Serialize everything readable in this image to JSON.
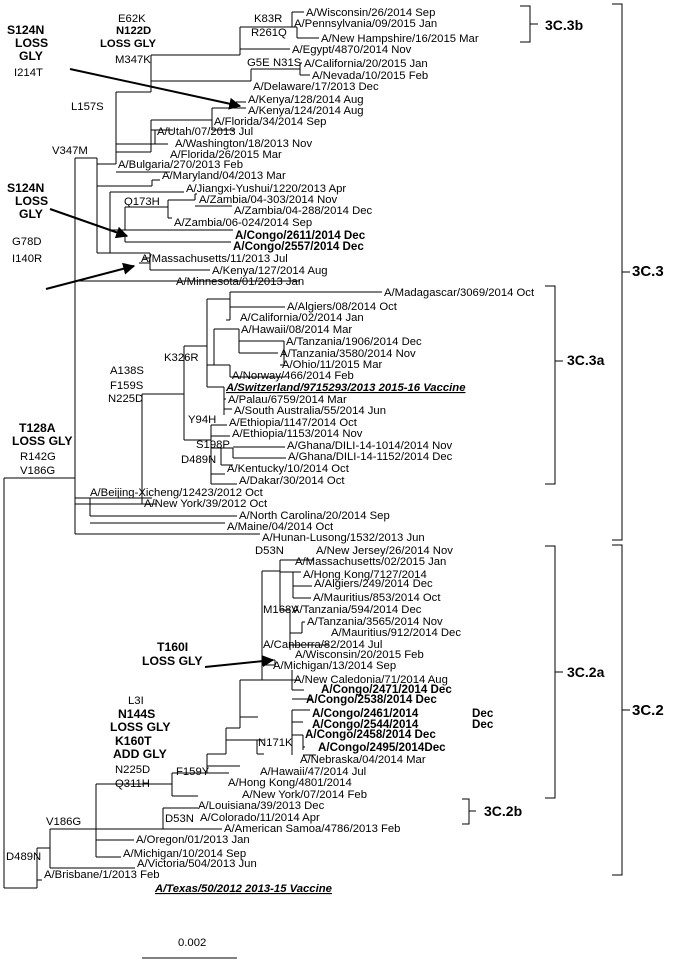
{
  "tips": [
    "A/Wisconsin/26/2014 Sep",
    "A/Pennsylvania/09/2015 Jan",
    "A/New Hampshire/16/2015 Mar",
    "A/Egypt/4870/2014 Nov",
    "A/California/20/2015 Jan",
    "A/Nevada/10/2015 Feb",
    "A/Delaware/17/2013 Dec",
    "A/Kenya/128/2014 Aug",
    "A/Kenya/124/2014 Aug",
    "A/Florida/34/2014 Sep",
    "A/Utah/07/2013 Jul",
    "A/Washington/18/2013 Nov",
    "A/Florida/26/2015 Mar",
    "A/Bulgaria/270/2013 Feb",
    "A/Maryland/04/2013 Mar",
    "A/Jiangxi-Yushui/1220/2013 Apr",
    "A/Zambia/04-303/2014 Nov",
    "A/Zambia/04-288/2014 Dec",
    "A/Zambia/06-024/2014 Sep",
    "A/Congo/2611/2014 Dec",
    "A/Congo/2557/2014 Dec",
    "A/Massachusetts/11/2013 Jul",
    "A/Kenya/127/2014 Aug",
    "A/Minnesota/01/2013 Jan",
    "A/Madagascar/3069/2014 Oct",
    "A/Algiers/08/2014 Oct",
    "A/California/02/2014 Jan",
    "A/Hawaii/08/2014 Mar",
    "A/Tanzania/1906/2014 Dec",
    "A/Tanzania/3580/2014 Nov",
    "A/Ohio/11/2015 Mar",
    "A/Norway/466/2014 Feb",
    "A/Switzerland/9715293/2013 2015-16 Vaccine",
    "A/Palau/6759/2014 Mar",
    "A/South Australia/55/2014 Jun",
    "A/Ethiopia/1147/2014 Oct",
    "A/Ethiopia/1153/2014 Nov",
    "A/Ghana/DILI-14-1014/2014 Nov",
    "A/Ghana/DILI-14-1152/2014 Dec",
    "A/Kentucky/10/2014 Oct",
    "A/Dakar/30/2014 Oct",
    "A/Beijing-Xicheng/12423/2012 Oct",
    "A/New York/39/2012 Oct",
    "A/North Carolina/20/2014 Sep",
    "A/Maine/04/2014 Oct",
    "A/Hunan-Lusong/1532/2013 Jun",
    "A/New Jersey/26/2014 Nov",
    "A/Massachusetts/02/2015 Jan",
    "A/Hong Kong/7127/2014",
    "A/Algiers/249/2014 Dec",
    "A/Mauritius/853/2014 Oct",
    "A/Tanzania/594/2014 Dec",
    "A/Tanzania/3565/2014 Nov",
    "A/Mauritius/912/2014 Dec",
    "A/Canberra/82/2014 Jul",
    "A/Wisconsin/20/2015 Feb",
    "A/Michigan/13/2014 Sep",
    "A/New Caledonia/71/2014 Aug",
    "A/Congo/2471/2014 Dec",
    "A/Congo/2538/2014 Dec",
    "A/Congo/2461/2014",
    "A/Congo/2544/2014",
    "A/Congo/2458/2014 Dec",
    "A/Congo/2495/2014Dec",
    "A/Nebraska/04/2014 Mar",
    "A/Hawaii/47/2014 Jul",
    "A/Hong Kong/4801/2014",
    "A/New York/07/2014 Feb",
    "A/Louisiana/39/2013 Dec",
    "A/Colorado/11/2014 Apr",
    "A/American Samoa/4786/2013 Feb",
    "A/Oregon/01/2013 Jan",
    "A/Michigan/10/2014 Sep",
    "A/Victoria/504/2013 Jun",
    "A/Brisbane/1/2013 Feb",
    "A/Texas/50/2012 2013-15 Vaccine"
  ],
  "extra_labels": [
    "Dec",
    "Dec"
  ],
  "mutations": [
    "E62K",
    "N122D",
    "LOSS GLY",
    "M347K",
    "K83R",
    "R261Q",
    "G5E",
    "N31S",
    "S124N",
    "LOSS",
    "GLY",
    "I214T",
    "L157S",
    "V347M",
    "S124N",
    "LOSS",
    "GLY",
    "Q173H",
    "G78D",
    "I140R",
    "A138S",
    "F159S",
    "N225D",
    "K326R",
    "Y94H",
    "S198P",
    "D489N",
    "T128A",
    "LOSS GLY",
    "R142G",
    "V186G",
    "D53N",
    "M168V",
    "T160I",
    "LOSS GLY",
    "L3I",
    "N144S",
    "LOSS GLY",
    "K160T",
    "ADD GLY",
    "N225D",
    "Q311H",
    "F159Y",
    "N171K",
    "D53N",
    "V186G",
    "D489N"
  ],
  "clades": [
    "3C.3b",
    "3C.3",
    "3C.3a",
    "3C.2a",
    "3C.2",
    "3C.2b"
  ],
  "scale_label": "0.002"
}
